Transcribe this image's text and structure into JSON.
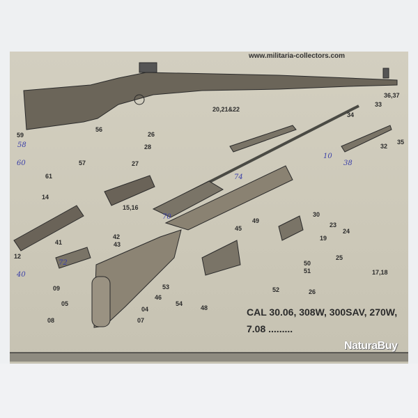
{
  "header": {
    "website": "www.militaria-collectors.com"
  },
  "caption": {
    "line1": "CAL 30.06, 308W, 300SAV, 270W,",
    "line2": "7.08 ........."
  },
  "watermark": "NaturaBuy",
  "part_labels": [
    "20,21&22",
    "36,37",
    "33",
    "34",
    "35",
    "32",
    "59",
    "61",
    "56",
    "26",
    "28",
    "57",
    "27",
    "14",
    "15,16",
    "30",
    "23",
    "24",
    "19",
    "45",
    "49",
    "41",
    "42",
    "43",
    "12",
    "50",
    "51",
    "25",
    "17,18",
    "53",
    "52",
    "26",
    "09",
    "46",
    "05",
    "04",
    "54",
    "48",
    "08",
    "07"
  ],
  "handwritten_labels": [
    "58",
    "60",
    "74",
    "10",
    "38",
    "70",
    "72",
    "40"
  ],
  "colors": {
    "paper": "#cfcbbb",
    "ink": "#2b2b2b",
    "handwriting": "#3a3fa8"
  }
}
